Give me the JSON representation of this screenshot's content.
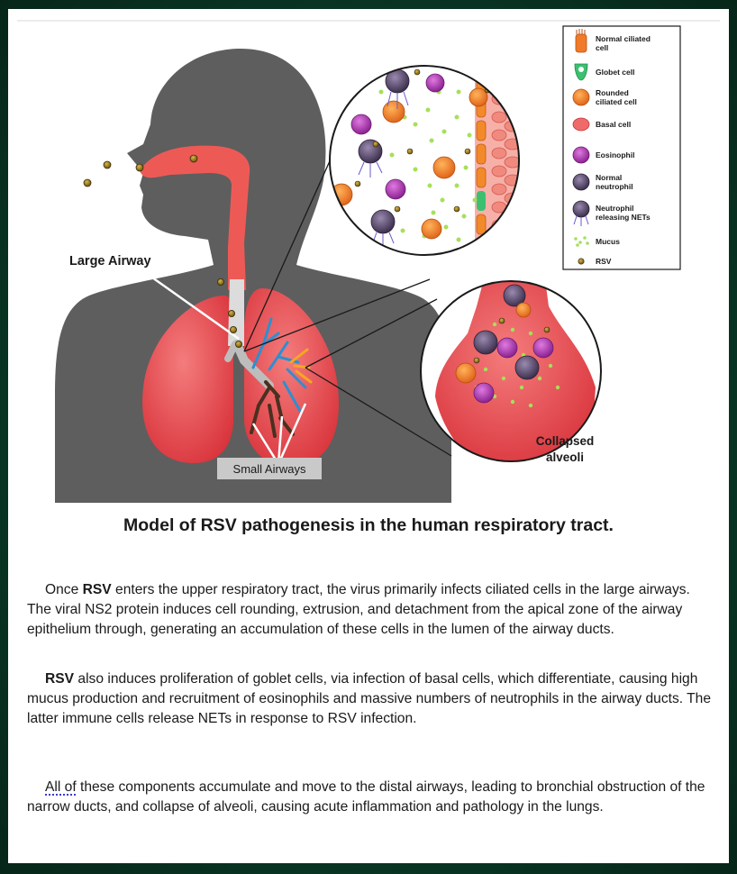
{
  "figure": {
    "labels": {
      "large_airway": "Large Airway",
      "small_airways": "Small Airways",
      "collapsed_line1": "Collapsed",
      "collapsed_line2": "alveoli"
    },
    "legend": [
      {
        "icon": "normal-ciliated-cell-icon",
        "line1": "Normal ciliated",
        "line2": "cell"
      },
      {
        "icon": "goblet-cell-icon",
        "line1": "Globet cell",
        "line2": ""
      },
      {
        "icon": "rounded-ciliated-cell-icon",
        "line1": "Rounded",
        "line2": "ciliated cell"
      },
      {
        "icon": "basal-cell-icon",
        "line1": "Basal cell",
        "line2": ""
      },
      {
        "icon": "eosinophil-icon",
        "line1": "Eosinophil",
        "line2": ""
      },
      {
        "icon": "normal-neutrophil-icon",
        "line1": "Normal",
        "line2": "neutrophil"
      },
      {
        "icon": "neutrophil-nets-icon",
        "line1": "Neutrophil",
        "line2": "releasing NETs"
      },
      {
        "icon": "mucus-icon",
        "line1": "Mucus",
        "line2": ""
      },
      {
        "icon": "rsv-virus-icon",
        "line1": "RSV",
        "line2": ""
      }
    ],
    "colors": {
      "silhouette": "#5e5e5e",
      "lung": "#e8484d",
      "ciliated": "#f07a2a",
      "mucus": "#a6e05a",
      "eosinophil": "#b03fb0",
      "neutrophil": "#5a4a6a",
      "bronchi_blue": "#2e8fd0",
      "bronchi_orange": "#f5a623",
      "bronchi_dark": "#4a3020"
    }
  },
  "caption": "Model of RSV pathogenesis in the human respiratory tract.",
  "paragraphs": {
    "p1": {
      "pre": "Once ",
      "kw": "RSV",
      "rest": " enters the upper respiratory tract, the virus primarily infects ciliated cells in the large airways. The viral NS2 protein induces cell rounding, extrusion, and detachment from the apical zone of the airway epithelium through, generating an accumulation of these cells in the lumen of the airway ducts."
    },
    "p2": {
      "kw": "RSV",
      "rest": " also induces proliferation of goblet cells, via infection of basal cells, which differentiate, causing high mucus production and recruitment of eosinophils and massive numbers of neutrophils in the airway ducts. The latter immune cells release NETs in response to RSV infection."
    },
    "p3": {
      "squig": "All of",
      "rest": " these components accumulate and move to the distal airways, leading to bronchial obstruction of the narrow ducts, and collapse of alveoli, causing acute inflammation and pathology in the lungs."
    }
  }
}
